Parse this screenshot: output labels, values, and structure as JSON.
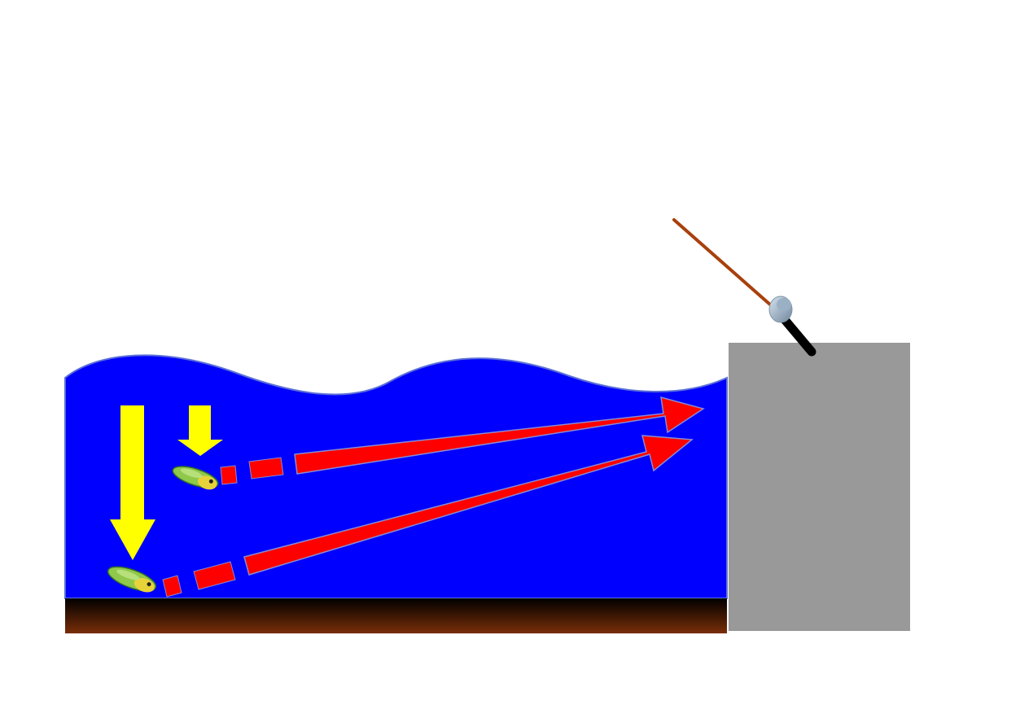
{
  "colors": {
    "background": "#ffffff",
    "water": "#0000ff",
    "water_outline": "#5b6fd8",
    "seabed_top": "#000000",
    "seabed_bottom": "#7a2e08",
    "pier": "#999999",
    "sink_arrow": "#ffff00",
    "retrieve_arrow": "#ff0000",
    "retrieve_arrow_outline": "#8a8ad0",
    "rod": "#a8400c",
    "rod_handle": "#000000",
    "reel": "#9ab0c4",
    "lure_body": "#8fc84a",
    "lure_head": "#e8d23a"
  },
  "icons": {
    "rod": "fishing-rod-icon",
    "reel": "fishing-reel-icon",
    "lure": "fishing-lure-icon"
  },
  "lures": [
    {
      "id": "shallow",
      "depth_level": "mid-water"
    },
    {
      "id": "deep",
      "depth_level": "bottom"
    }
  ]
}
